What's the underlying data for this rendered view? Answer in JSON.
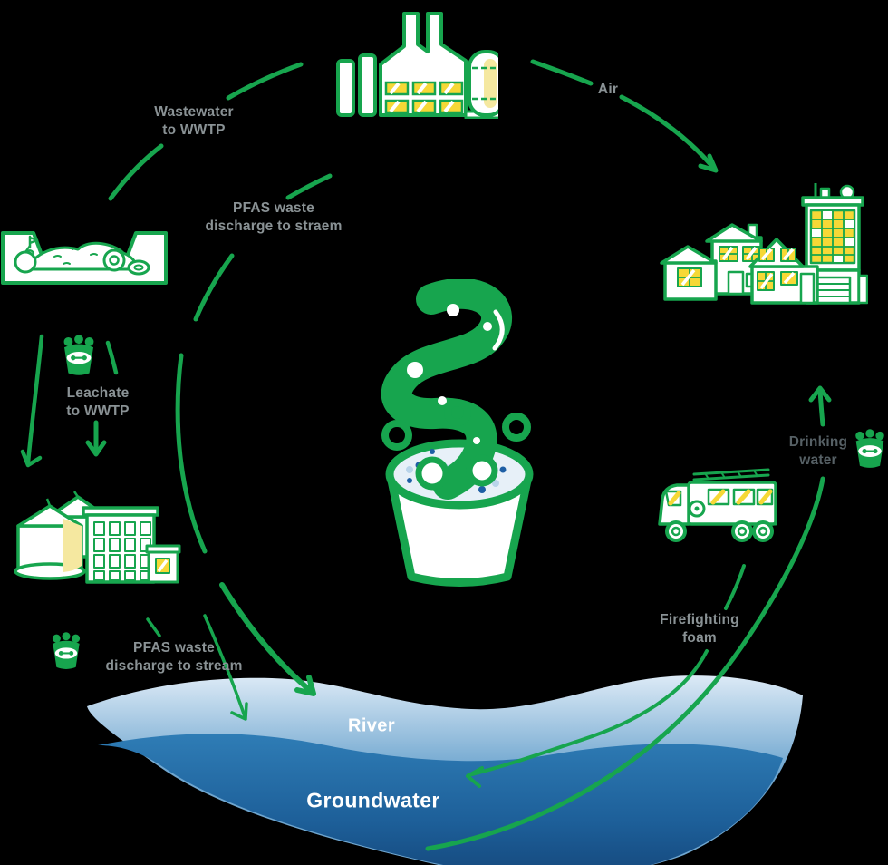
{
  "diagram": {
    "title": "PFAS cycle diagram",
    "background": "#000000",
    "labels": {
      "wastewater": "Wastewater\nto WWTP",
      "pfas_discharge_upper": "PFAS waste\ndischarge to straem",
      "air": "Air",
      "leachate": "Leachate\nto WWTP",
      "drinking_water": "Drinking\nwater",
      "firefighting_foam": "Firefighting\nfoam",
      "pfas_discharge_lower": "PFAS waste\ndischarge to stream",
      "river": "River",
      "groundwater": "Groundwater"
    },
    "icons": {
      "factory": "factory-icon",
      "homes": "homes-icon",
      "fire_truck": "fire-truck-icon",
      "landfill": "landfill-icon",
      "wwtp": "wwtp-icon",
      "foam_bucket": "pfas-foam-bucket-icon",
      "mini_bucket": "pfas-mini-bucket-icon"
    },
    "colors": {
      "green": "#17A54E",
      "label_gray": "#8A9295",
      "label_dark_gray": "#566065",
      "window_yellow": "#F6D836",
      "tank_yellow": "#F5E8A0",
      "river_top": "#DCEAF6",
      "river_bottom": "#6FA6CF",
      "groundwater_top": "#2F7DB6",
      "groundwater_bottom": "#164B80",
      "foam_fill": "#E7F0F8",
      "foam_dot_blue": "#1E5FA5",
      "text_white": "#FFFFFF"
    }
  }
}
